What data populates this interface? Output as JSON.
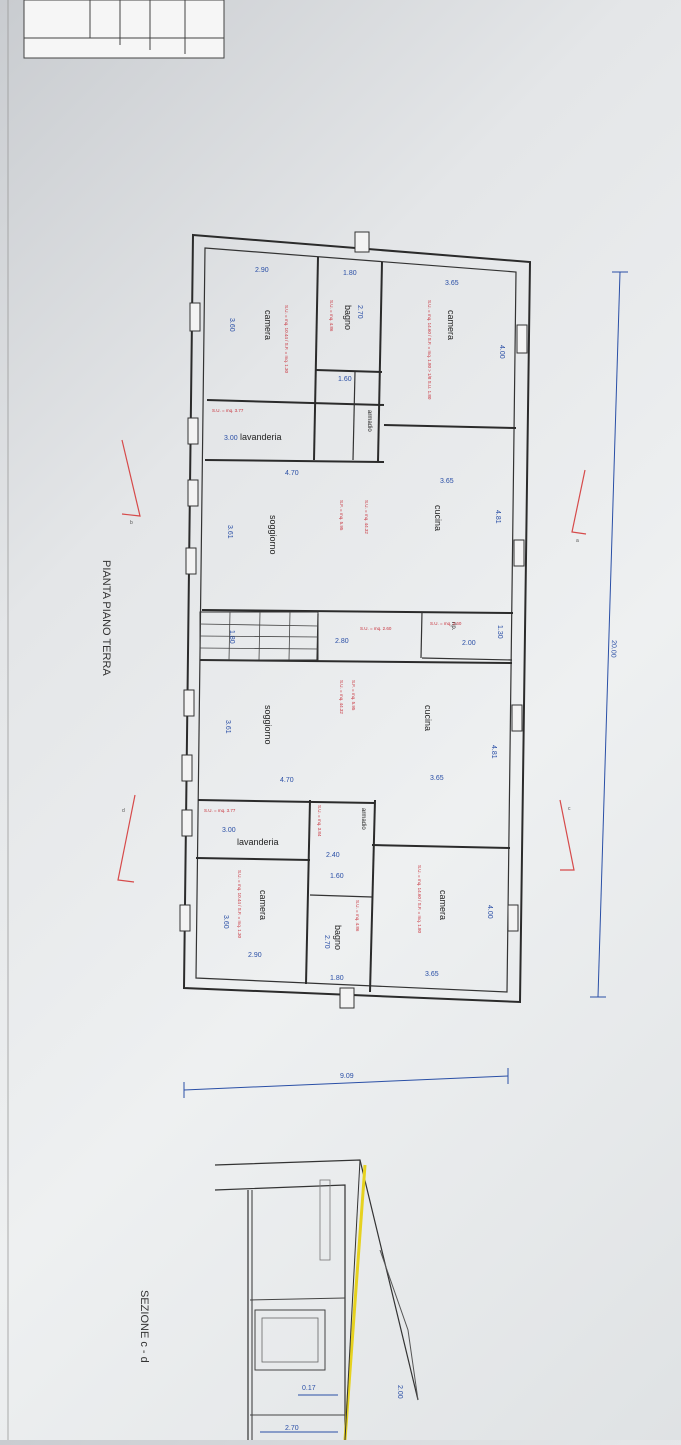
{
  "drawing": {
    "plan_title": "PIANTA PIANO TERRA",
    "section_title": "SEZIONE c - d",
    "overall_length": "20.00",
    "building_depth": "9.09",
    "section_dims": [
      "0.17",
      "2.70",
      "2.00"
    ],
    "section_markers": [
      "a",
      "b",
      "c",
      "d"
    ]
  },
  "unit_a": {
    "rooms": [
      {
        "label": "camera",
        "dims": [
          "3.65",
          "4.00"
        ],
        "red_note": "S.U. = mq. 14.60 / S.F. = mq. 1.80 > 1/8 S.U. 1.80"
      },
      {
        "label": "bagno",
        "dims": [
          "1.80",
          "2.70"
        ],
        "red_note": "S.U. = mq. 4.86"
      },
      {
        "label": "armadio",
        "dims": [
          "1.60"
        ],
        "red_note": ""
      },
      {
        "label": "camera",
        "dims": [
          "2.90",
          "3.60"
        ],
        "red_note": "S.U. = mq. 10.44 / S.F. = mq. 1.30"
      },
      {
        "label": "lavanderia",
        "dims": [
          "3.00"
        ],
        "red_note": "S.U. = mq. 3.77"
      },
      {
        "label": "cucina",
        "dims": [
          "3.65",
          "4.81"
        ],
        "red_note": "S.U. = mq. 44.32"
      },
      {
        "label": "soggiorno",
        "dims": [
          "4.70",
          "3.61"
        ],
        "red_note": "S.F. = mq. 5.95"
      },
      {
        "label": "rip.",
        "dims": [
          "2.00",
          "1.30"
        ],
        "red_note": "S.U. = mq. 2.60"
      }
    ]
  },
  "stair": {
    "dims": [
      "1.80",
      "2.80"
    ],
    "red_note": "S.U. = mq. 2.60"
  },
  "unit_b": {
    "rooms": [
      {
        "label": "soggiorno",
        "dims": [
          "4.70",
          "3.61"
        ],
        "red_note": "S.U. = mq. 44.32"
      },
      {
        "label": "cucina",
        "dims": [
          "3.65",
          "4.81"
        ],
        "red_note": "S.F. = mq. 5.95"
      },
      {
        "label": "lavanderia",
        "dims": [
          "3.00"
        ],
        "red_note": "S.U. = mq. 3.77"
      },
      {
        "label": "armadio",
        "dims": [
          "2.40",
          "1.60"
        ],
        "red_note": "S.U. = mq. 3.84"
      },
      {
        "label": "camera",
        "dims": [
          "3.65",
          "4.00"
        ],
        "red_note": "S.U. = mq. 14.60 / S.F. = mq. 1.80"
      },
      {
        "label": "camera",
        "dims": [
          "2.90",
          "3.60"
        ],
        "red_note": "S.U. = mq. 10.44 / S.F. = mq. 1.30"
      },
      {
        "label": "bagno",
        "dims": [
          "1.80",
          "2.70"
        ],
        "red_note": "S.U. = mq. 4.86"
      }
    ]
  }
}
